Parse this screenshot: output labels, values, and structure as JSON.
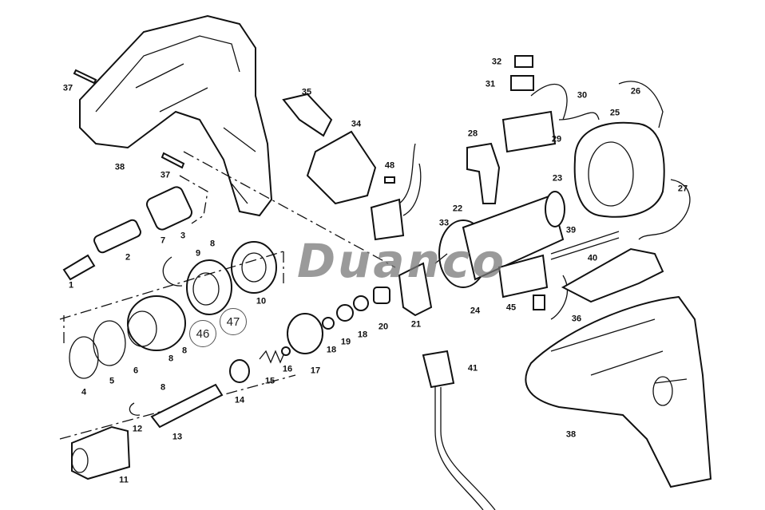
{
  "watermark": "Duanco",
  "callouts": {
    "c37a": "37",
    "c38a": "38",
    "c37b": "37",
    "c35": "35",
    "c34": "34",
    "c48": "48",
    "c33": "33",
    "c32": "32",
    "c31": "31",
    "c30": "30",
    "c26": "26",
    "c25": "25",
    "c28": "28",
    "c29": "29",
    "c23": "23",
    "c27": "27",
    "c22": "22",
    "c39": "39",
    "c40": "40",
    "c36": "36",
    "c45": "45",
    "c24": "24",
    "c21": "21",
    "c20": "20",
    "c18a": "18",
    "c19": "19",
    "c18b": "18",
    "c17": "17",
    "c16": "16",
    "c15": "15",
    "c14": "14",
    "c13": "13",
    "c12": "12",
    "c11": "11",
    "c8a": "8",
    "c8b": "8",
    "c8c": "8",
    "c8d": "8",
    "c9": "9",
    "c10": "10",
    "c7": "7",
    "c6": "6",
    "c5": "5",
    "c4": "4",
    "c3": "3",
    "c2": "2",
    "c1": "1",
    "c41": "41",
    "c38b": "38"
  },
  "circled": {
    "c46": "46",
    "c47": "47"
  }
}
